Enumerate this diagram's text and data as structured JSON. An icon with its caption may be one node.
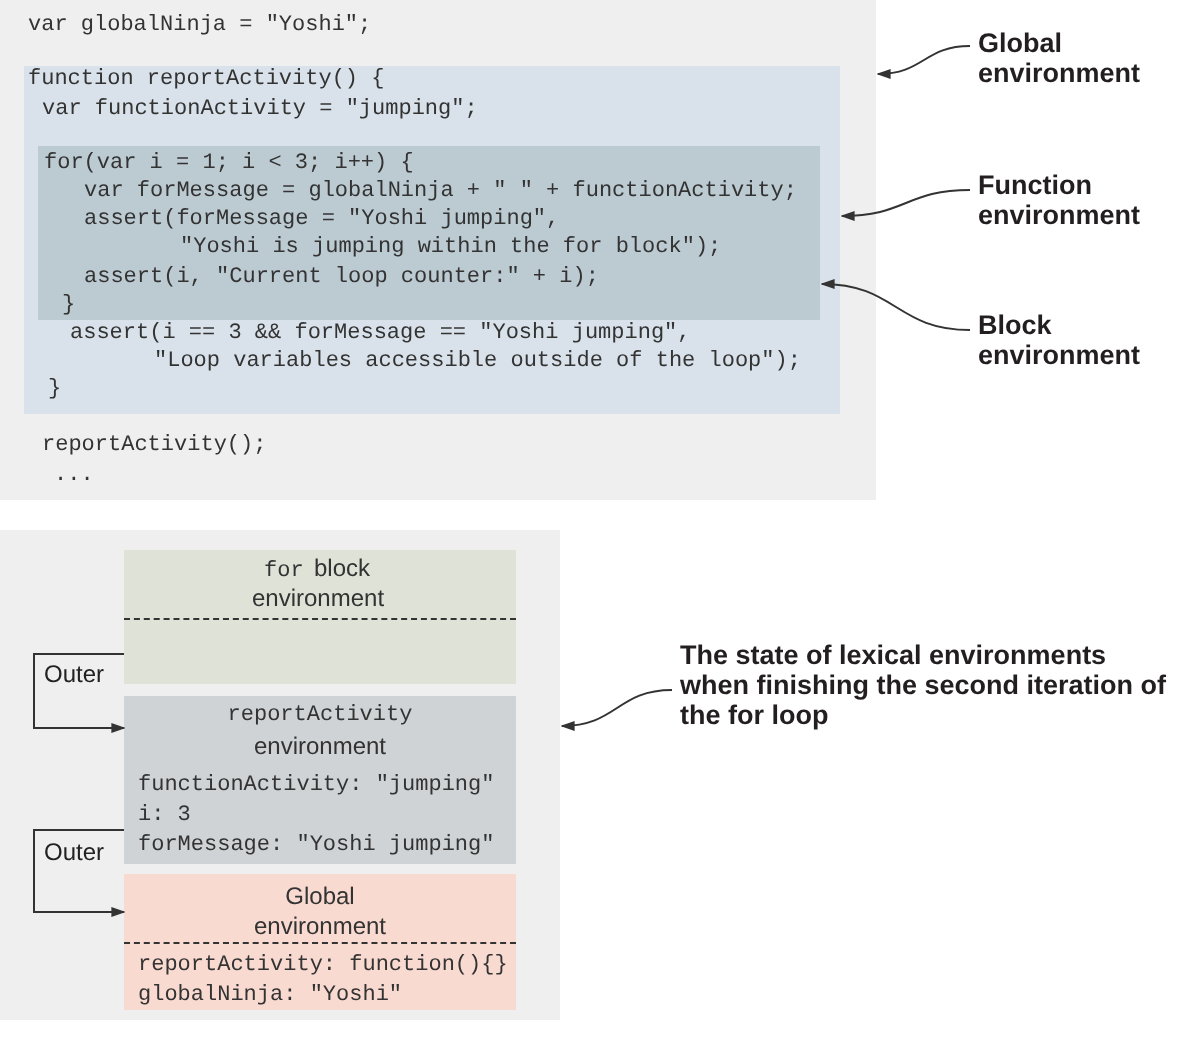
{
  "diagram": {
    "nodes": [
      {
        "text": [
          "var globalNinja = \"Yoshi\";",
          "reportActivity();",
          "..."
        ]
      },
      {
        "text": [
          "function reportActivity() {",
          "var functionActivity = \"jumping\";",
          "assert(i == 3 && forMessage == \"Yoshi jumping\",",
          "\"Loop variables accessible outside of the loop\");",
          "}"
        ],
        "in": 0
      },
      {
        "text": [
          "for(var i = 1; i < 3; i++) {",
          "var forMessage = globalNinja + \" \" + functionActivity;",
          "assert(forMessage = \"Yoshi jumping\",",
          "\"Yoshi is jumping within the for block\");",
          "assert(i, \"Current loop counter:\" + i);",
          "}"
        ],
        "in": 1
      },
      {
        "text": [
          "Global environment"
        ]
      },
      {
        "text": [
          "Function environment"
        ]
      },
      {
        "text": [
          "Block environment"
        ]
      },
      {
        "text": [],
        "shape": "box"
      },
      {
        "text": [
          "for",
          "block environment"
        ],
        "in": 6
      },
      {
        "text": [
          "reportActivity",
          "environment",
          "functionActivity: \"jumping\"",
          "i: 3",
          "forMessage: \"Yoshi jumping\""
        ],
        "in": 6
      },
      {
        "text": [
          "Global environment",
          "reportActivity: function(){}",
          "globalNinja: \"Yoshi\""
        ],
        "in": 6
      },
      {
        "text": [
          "The state of lexical environments when finishing the second iteration of the for loop"
        ]
      }
    ],
    "edges": [
      {
        "from": 3,
        "to": 0,
        "arrow": "to"
      },
      {
        "from": 4,
        "to": 1,
        "arrow": "to"
      },
      {
        "from": 5,
        "to": 2,
        "arrow": "to"
      },
      {
        "from": 7,
        "to": 8,
        "arrow": "to",
        "label": "Outer"
      },
      {
        "from": 8,
        "to": 9,
        "arrow": "to",
        "label": "Outer"
      },
      {
        "from": 10,
        "to": 6,
        "arrow": "to"
      }
    ]
  }
}
